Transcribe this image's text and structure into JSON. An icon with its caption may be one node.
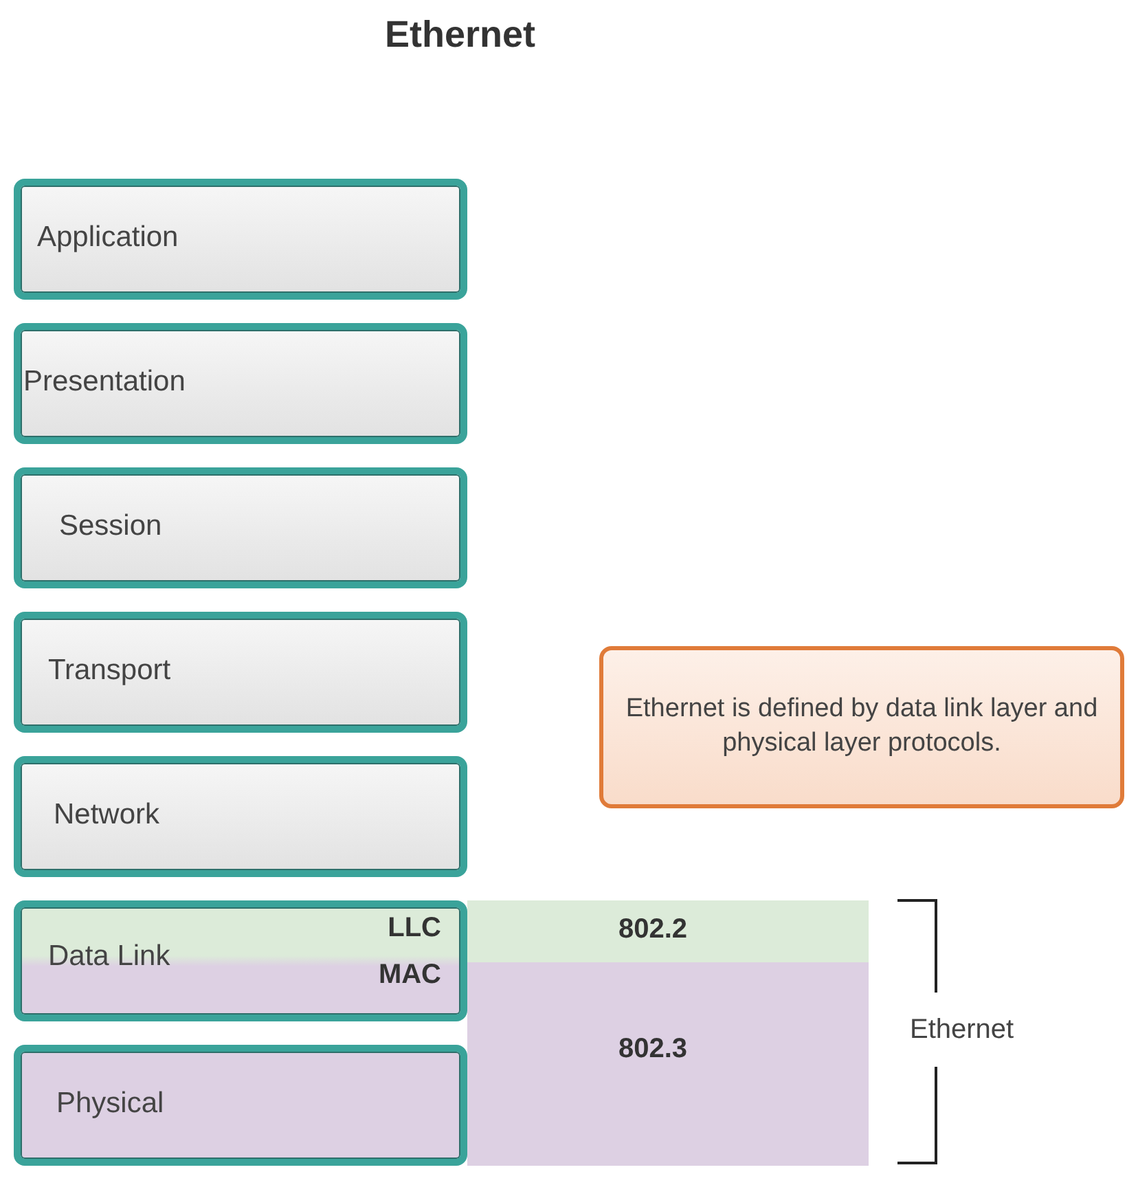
{
  "diagram": {
    "title": "Ethernet",
    "nodes": [
      {
        "text": [
          "Application"
        ]
      },
      {
        "text": [
          "Presentation"
        ]
      },
      {
        "text": [
          "Session"
        ]
      },
      {
        "text": [
          "Transport"
        ]
      },
      {
        "text": [
          "Network"
        ]
      },
      {
        "text": [
          "Data Link",
          "LLC",
          "MAC"
        ]
      },
      {
        "text": [
          "Physical"
        ]
      },
      {
        "text": [
          "Ethernet is defined by data link layer and physical layer protocols."
        ]
      },
      {
        "text": [
          "802.2"
        ]
      },
      {
        "text": [
          "802.3"
        ]
      }
    ],
    "edges": [],
    "labels": [
      "Ethernet"
    ]
  }
}
